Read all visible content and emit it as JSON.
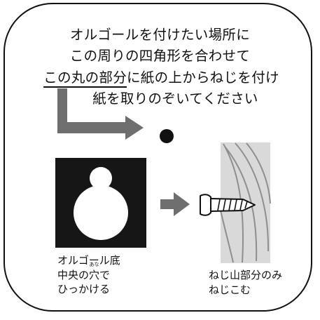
{
  "instructions": {
    "line1": "オルゴールを付けたい場所に",
    "line2": "この周りの四角形を合わせて",
    "line3_underlined": "この丸の部分",
    "line3_rest": "に紙の上からねじを付け",
    "line4": "紙を取りのぞいてください"
  },
  "left_caption": {
    "line1": "オルゴール底",
    "line2_before": "中央の",
    "line2_ruby_base": "穴",
    "line2_ruby_text": "あな",
    "line2_after": "で",
    "line3": "ひっかける"
  },
  "right_caption": {
    "line1": "ねじ山部分のみ",
    "line2": "ねじこむ"
  },
  "colors": {
    "text": "#111111",
    "arrow_gray": "#6e6e6e",
    "hole_plate": "#161616",
    "wood": "#d9d9d9",
    "wood_grain": "#8e8e8e"
  }
}
